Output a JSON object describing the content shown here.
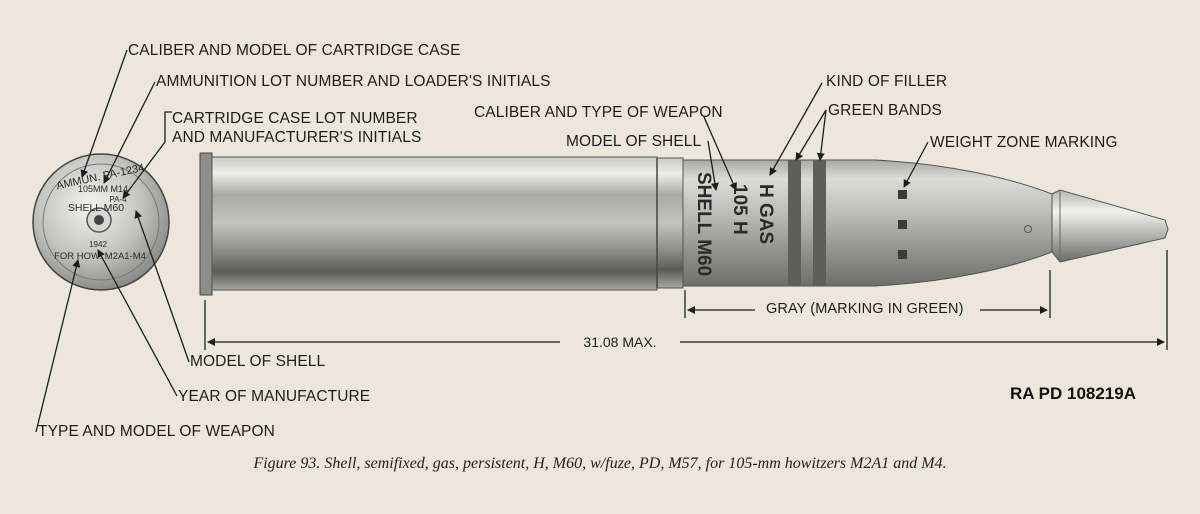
{
  "labels": {
    "caliber_model_case": "CALIBER AND MODEL OF CARTRIDGE CASE",
    "ammo_lot": "AMMUNITION LOT NUMBER AND LOADER'S INITIALS",
    "case_lot_line1": "CARTRIDGE CASE LOT NUMBER",
    "case_lot_line2": "AND MANUFACTURER'S INITIALS",
    "caliber_type_weapon": "CALIBER AND TYPE OF WEAPON",
    "model_of_shell_top": "MODEL OF SHELL",
    "kind_of_filler": "KIND OF FILLER",
    "green_bands": "GREEN BANDS",
    "weight_zone": "WEIGHT ZONE MARKING",
    "gray_marking": "GRAY (MARKING IN GREEN)",
    "overall_length": "31.08 MAX.",
    "model_of_shell_bottom": "MODEL OF SHELL",
    "year_of_manufacture": "YEAR OF MANUFACTURE",
    "type_model_weapon": "TYPE AND MODEL OF WEAPON"
  },
  "base_markings": {
    "ammo_lot": "AMMUN. PA-1234",
    "caliber": "105MM M14",
    "case_lot": "PA-4",
    "shell": "SHELL M60",
    "year": "1942",
    "weapon": "FOR HOW. M2A1-M4"
  },
  "shell_stencil": {
    "filler": "H GAS",
    "caliber": "105 H",
    "model": "SHELL M60"
  },
  "reference": "RA PD 108219A",
  "caption": "Figure 93.  Shell, semifixed, gas, persistent, H, M60, w/fuze, PD, M57, for 105-mm howitzers M2A1 and M4.",
  "colors": {
    "paper": "#ece7da",
    "metal": "#9a9a97",
    "green_band": "#5d605a",
    "ink": "#1d1d1d"
  }
}
